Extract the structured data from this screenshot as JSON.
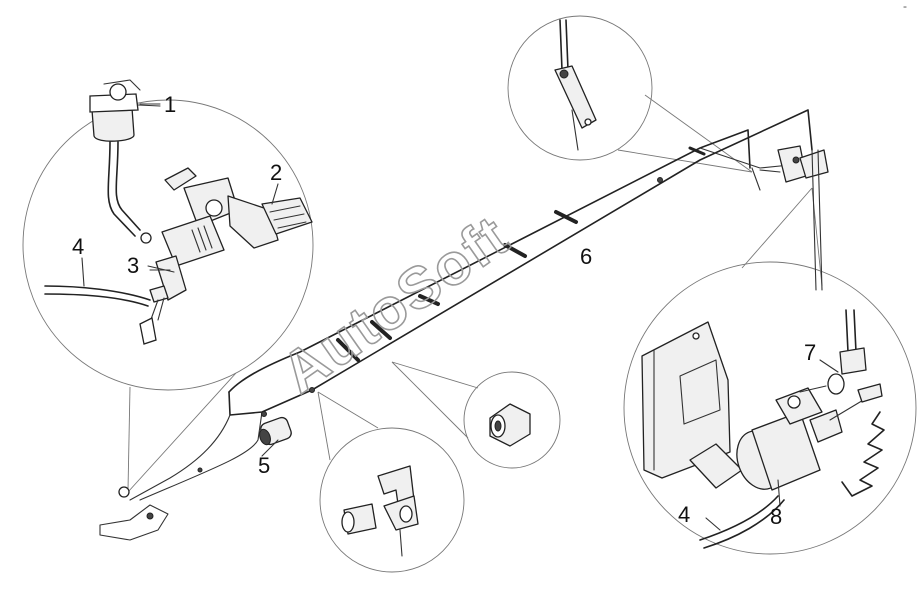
{
  "diagram": {
    "watermark": "AutoSoft",
    "corner_mark": "-",
    "callouts": [
      {
        "id": "1",
        "text": "1"
      },
      {
        "id": "2",
        "text": "2"
      },
      {
        "id": "3",
        "text": "3"
      },
      {
        "id": "4a",
        "text": "4"
      },
      {
        "id": "5",
        "text": "5"
      },
      {
        "id": "6",
        "text": "6"
      },
      {
        "id": "7",
        "text": "7"
      },
      {
        "id": "4b",
        "text": "4"
      },
      {
        "id": "8",
        "text": "8"
      }
    ]
  }
}
